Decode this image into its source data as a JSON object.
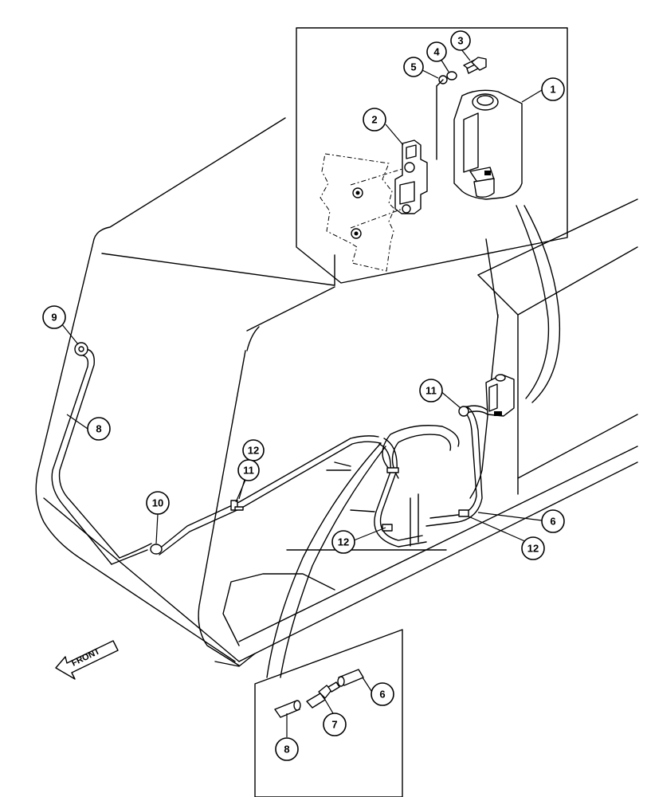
{
  "direction_label": "FRONT",
  "callouts": {
    "c1": "1",
    "c2": "2",
    "c3": "3",
    "c4": "4",
    "c5": "5",
    "c6a": "6",
    "c6b": "6",
    "c7": "7",
    "c8a": "8",
    "c8b": "8",
    "c9": "9",
    "c10": "10",
    "c11a": "11",
    "c11b": "11",
    "c12a": "12",
    "c12b": "12",
    "c12c": "12"
  }
}
